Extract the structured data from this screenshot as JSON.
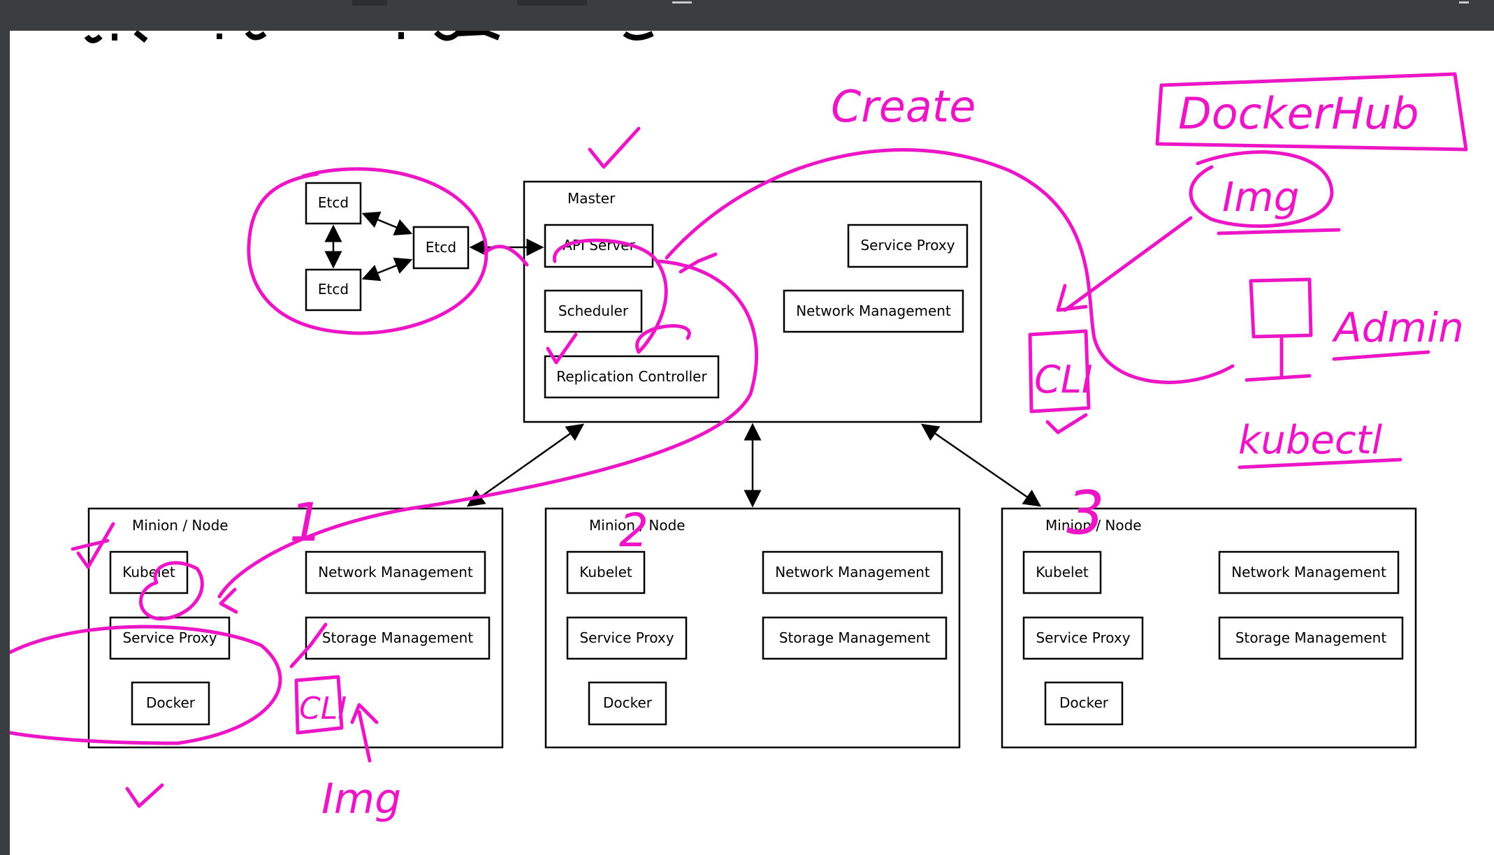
{
  "colors": {
    "ink": "#ec16c6",
    "box_stroke": "#000000",
    "background": "#ffffff",
    "chrome": "#3b3e41"
  },
  "etcd": {
    "node1": "Etcd",
    "node2": "Etcd",
    "node3": "Etcd"
  },
  "master": {
    "title": "Master",
    "api_server": "API Server",
    "scheduler": "Scheduler",
    "replication_controller": "Replication Controller",
    "service_proxy": "Service Proxy",
    "network_management": "Network Management"
  },
  "minions": [
    {
      "title": "Minion / Node",
      "kubelet": "Kubelet",
      "service_proxy": "Service Proxy",
      "docker": "Docker",
      "network_management": "Network Management",
      "storage_management": "Storage Management"
    },
    {
      "title": "Minion / Node",
      "kubelet": "Kubelet",
      "service_proxy": "Service Proxy",
      "docker": "Docker",
      "network_management": "Network Management",
      "storage_management": "Storage Management"
    },
    {
      "title": "Minion / Node",
      "kubelet": "Kubelet",
      "service_proxy": "Service Proxy",
      "docker": "Docker",
      "network_management": "Network Management",
      "storage_management": "Storage Management"
    }
  ],
  "annotations": {
    "create": "Create",
    "dockerhub": "DockerHub",
    "img_top": "Img",
    "img_bottom": "Img",
    "admin": "Admin",
    "kubectl": "kubectl",
    "cli_right": "CLI",
    "cli_bottom": "CLI",
    "num1": "1",
    "num2": "2",
    "num3": "3"
  }
}
